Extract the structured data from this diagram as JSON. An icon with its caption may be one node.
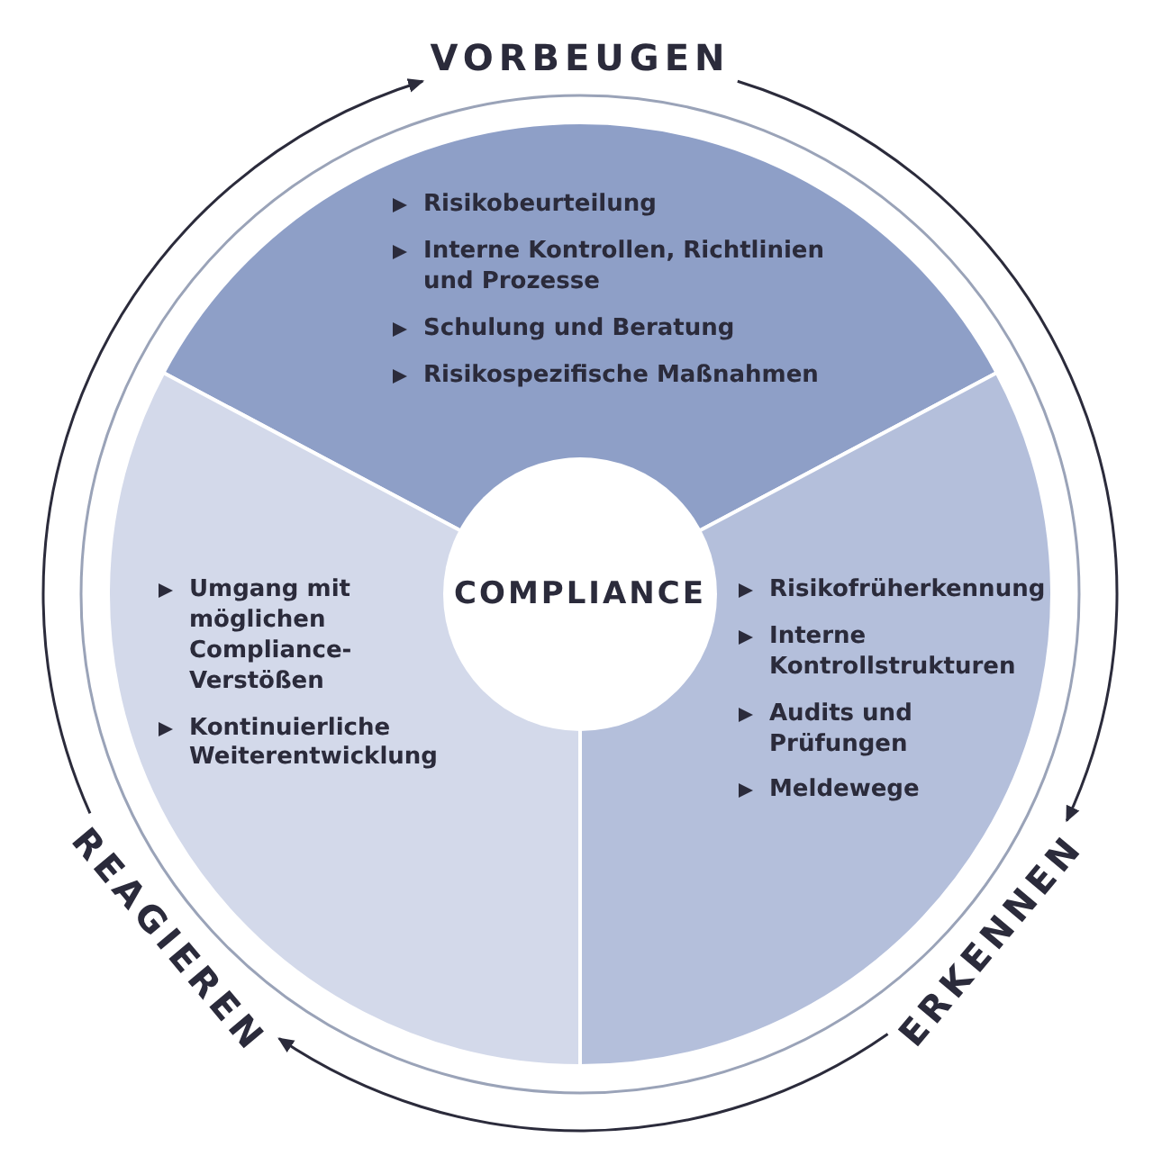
{
  "diagram": {
    "nodes": [
      {
        "text": [
          "VORBEUGEN"
        ]
      },
      {
        "text": [
          "Risikobeurteilung",
          "Interne Kontrollen, Richtlinien und Prozesse",
          "Schulung und Beratung",
          "Risikospezifische Maßnahmen"
        ]
      },
      {
        "text": [
          "Umgang mit möglichen Compliance-Verstößen",
          "Kontinuierliche Weiterentwicklung"
        ]
      },
      {
        "text": [
          "COMPLIANCE"
        ]
      },
      {
        "text": [
          "Risikofrüherkennung",
          "Interne Kontrollstrukturen",
          "Audits und Prüfungen",
          "Meldewege"
        ]
      },
      {
        "text": [
          "REAGIEREN"
        ]
      },
      {
        "text": [
          "ERKENNEN"
        ]
      }
    ],
    "edges": [
      {
        "from": 5,
        "to": 0,
        "arrow": "to"
      },
      {
        "from": 0,
        "to": 6,
        "arrow": "to"
      },
      {
        "from": 6,
        "to": 5,
        "arrow": "to"
      }
    ]
  }
}
